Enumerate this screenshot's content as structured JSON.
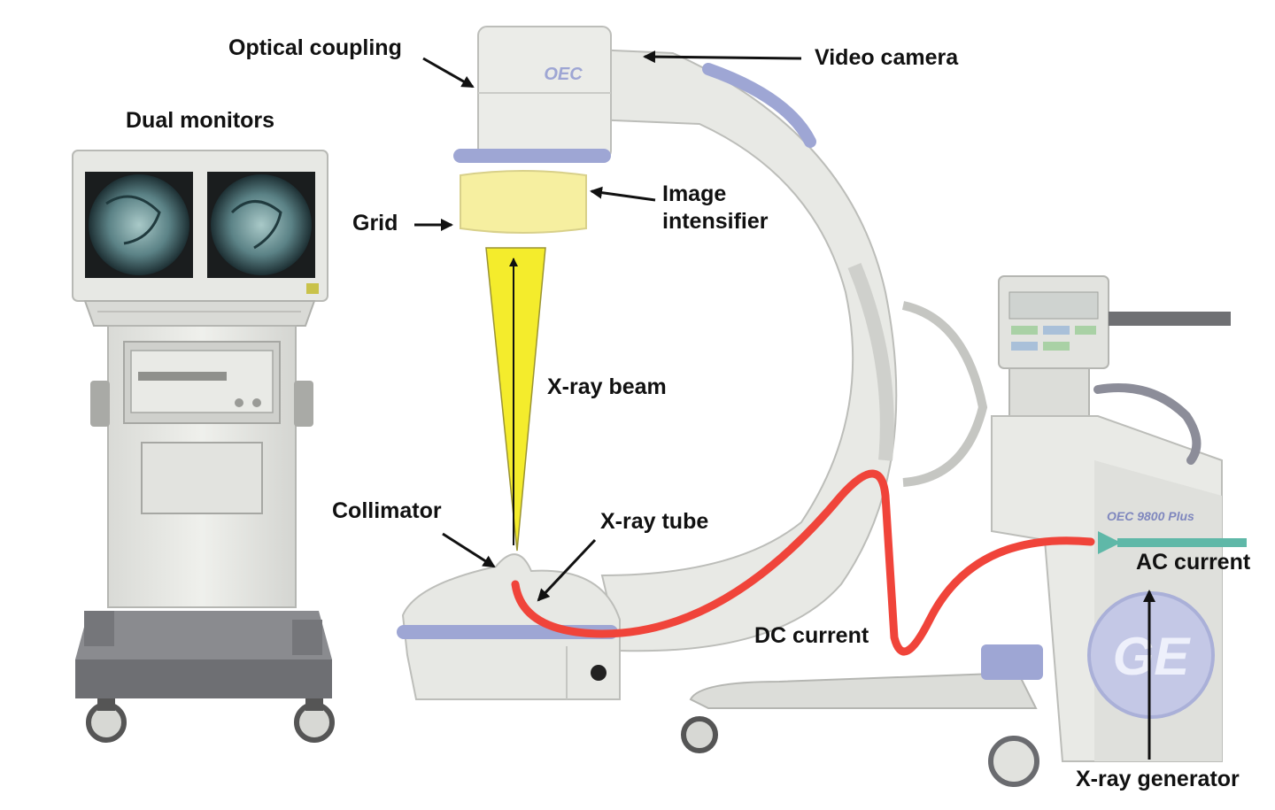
{
  "labels": {
    "optical_coupling": "Optical coupling",
    "video_camera": "Video camera",
    "dual_monitors": "Dual monitors",
    "image_intensifier_line1": "Image",
    "image_intensifier_line2": "intensifier",
    "grid": "Grid",
    "xray_beam": "X-ray beam",
    "collimator": "Collimator",
    "xray_tube": "X-ray tube",
    "dc_current": "DC current",
    "ac_current": "AC current",
    "xray_generator": "X-ray generator"
  },
  "device_markings": {
    "oec_logo": "OEC",
    "model_name": "OEC 9800 Plus"
  },
  "colors": {
    "beam_yellow": "#f4ec2c",
    "intensifier_yellow": "#f6efa0",
    "cable_red": "#f0443a",
    "ac_arrow_teal": "#5fb8a8",
    "accent_lavender": "#9ea6d4",
    "device_body": "#e6e7e3"
  },
  "icons": {
    "arrow": "arrow-icon",
    "ge_logo": "ge-logo-icon"
  }
}
